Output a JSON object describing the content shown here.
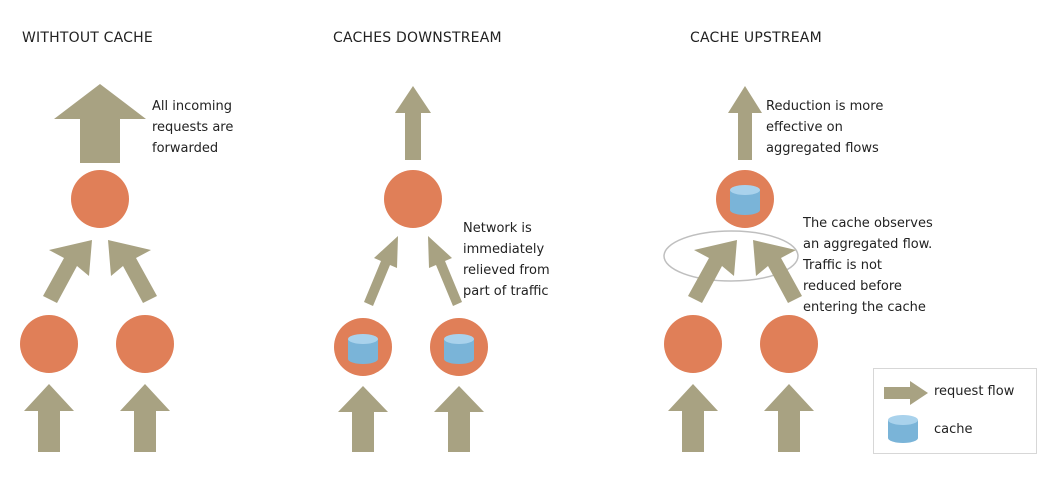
{
  "panels": [
    {
      "title": "WITHTOUT CACHE",
      "note": [
        "All incoming",
        "requests are",
        "forwarded"
      ]
    },
    {
      "title": "CACHES DOWNSTREAM",
      "note": [
        "Network is",
        "immediately",
        "relieved from",
        "part of traffic"
      ]
    },
    {
      "title": "CACHE UPSTREAM",
      "note_top": [
        "Reduction is more",
        "effective on",
        "aggregated flows"
      ],
      "note_side": [
        "The cache observes",
        "an aggregated flow.",
        "Traffic is not",
        "reduced before",
        "entering the cache"
      ]
    }
  ],
  "legend": {
    "request_flow": "request flow",
    "cache": "cache"
  },
  "colors": {
    "node": "#e07f58",
    "arrow": "#a8a282",
    "cache_fill": "#7ab4d8",
    "cache_top": "#a9d2ec",
    "ellipse": "#bfbfbf"
  }
}
